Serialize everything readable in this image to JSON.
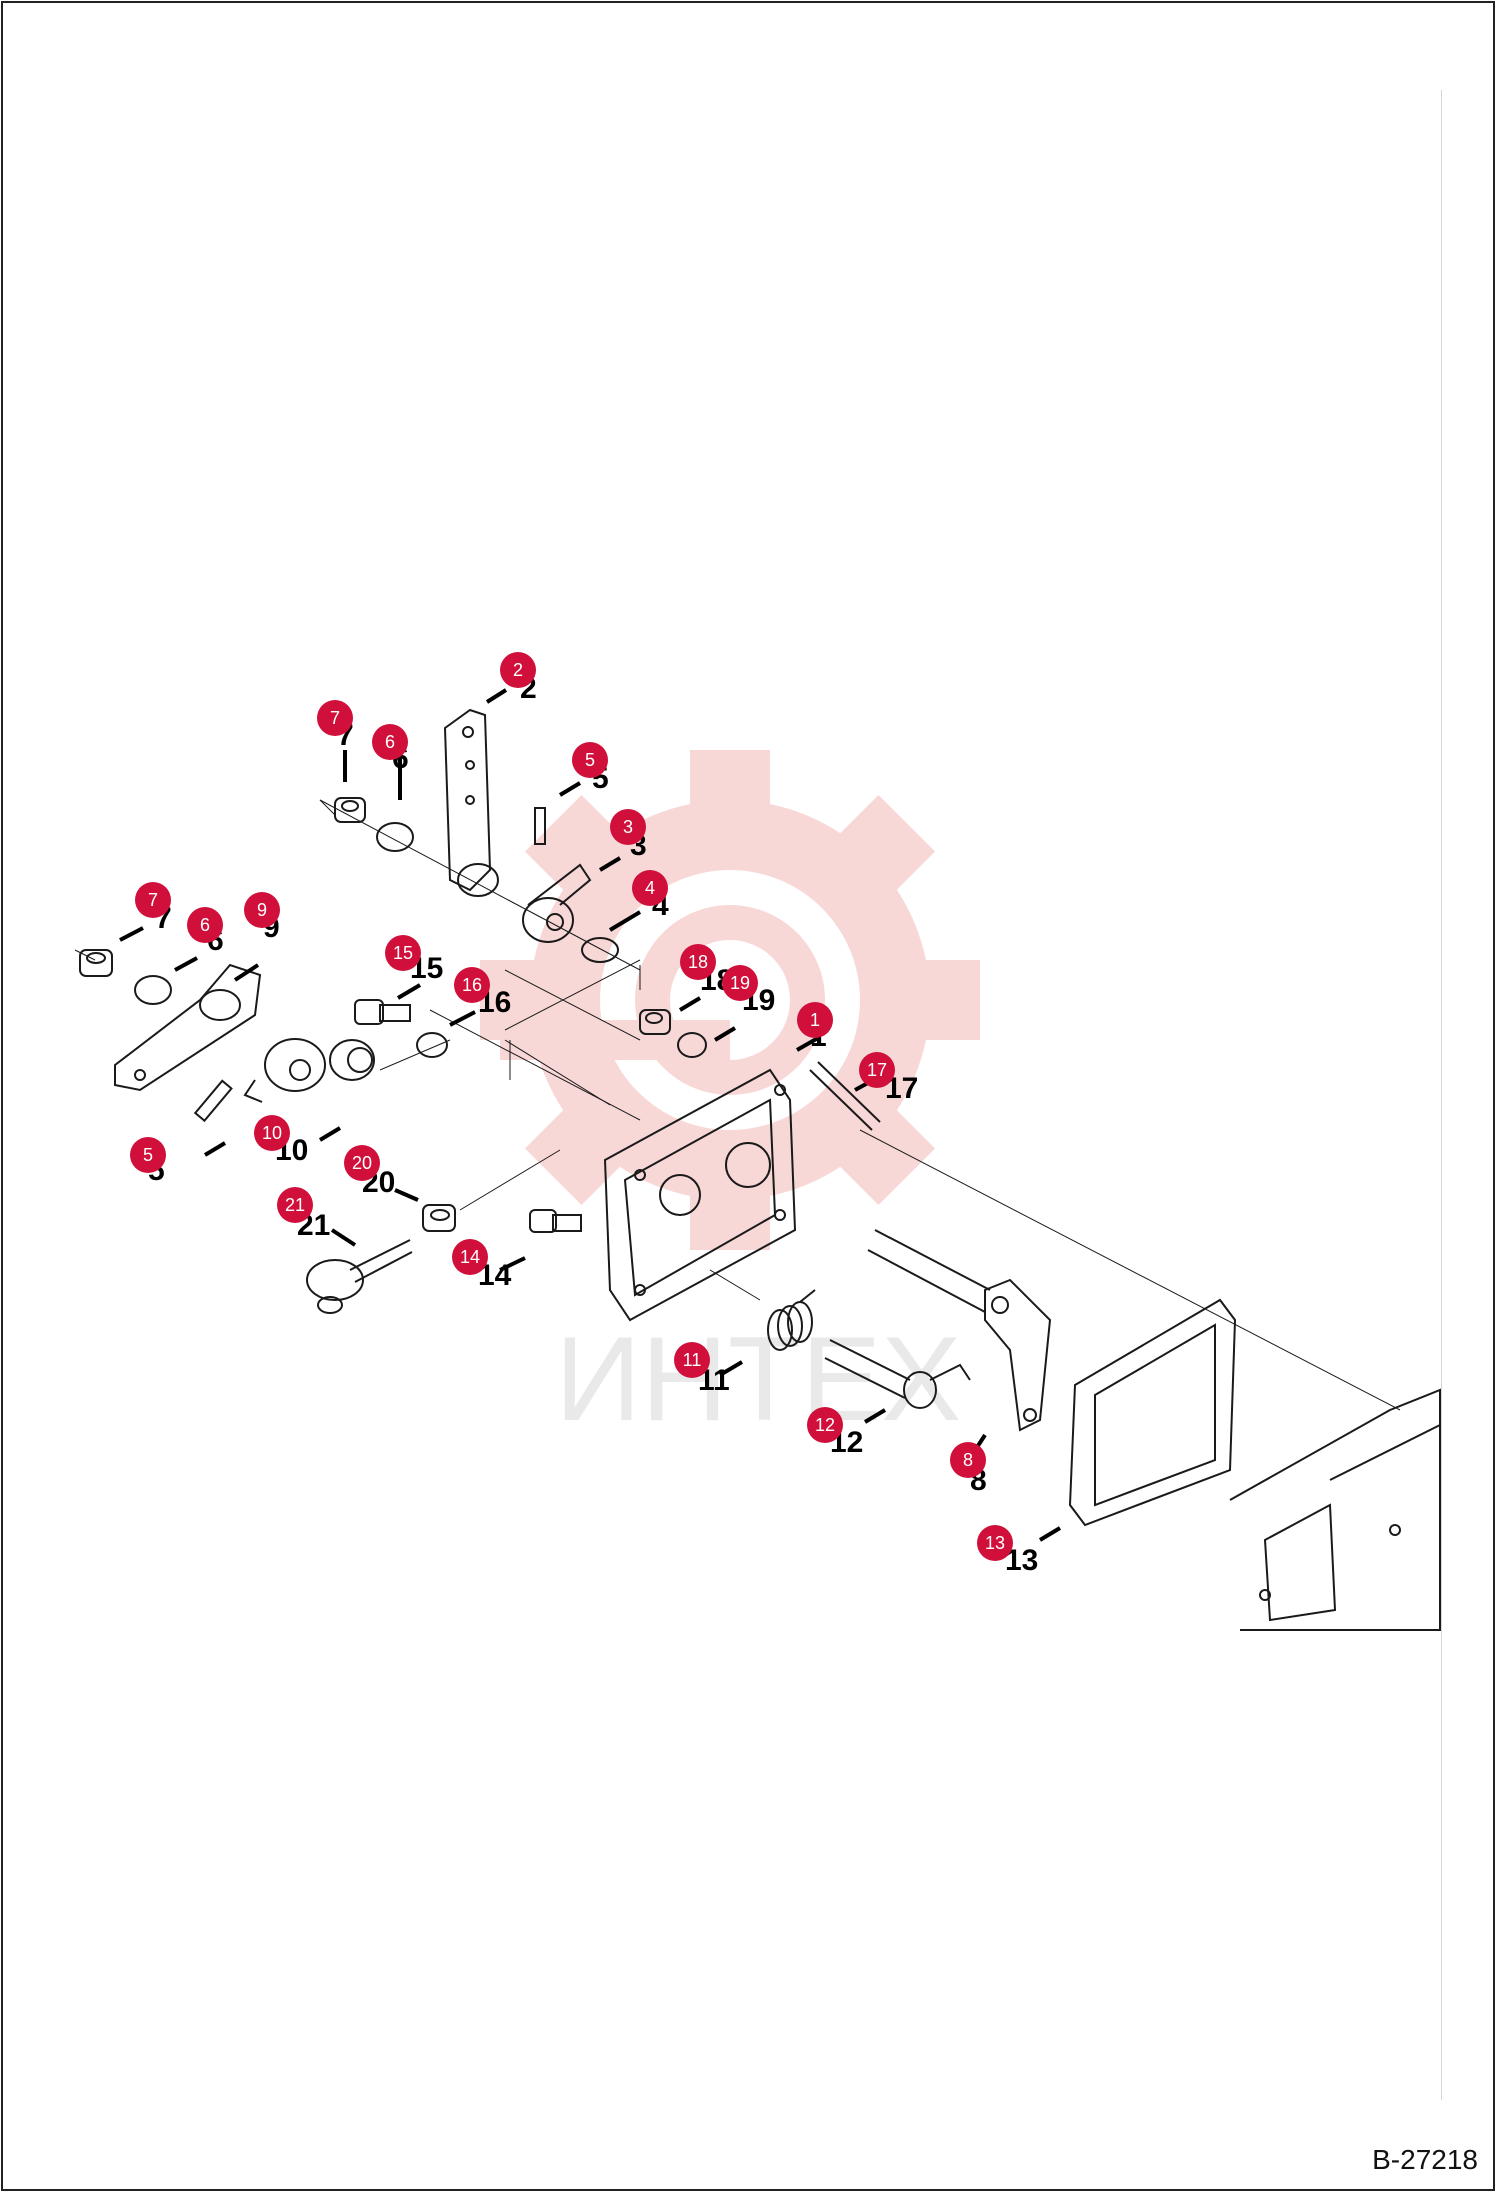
{
  "drawing": {
    "code": "B-27218",
    "watermark_text": "ИНТЕХ"
  },
  "parts": [
    {
      "id": "1",
      "callout": "1",
      "label": "1"
    },
    {
      "id": "2",
      "callout": "2",
      "label": "2"
    },
    {
      "id": "3",
      "callout": "3",
      "label": "3"
    },
    {
      "id": "4",
      "callout": "4",
      "label": "4"
    },
    {
      "id": "5a",
      "callout": "5",
      "label": "5"
    },
    {
      "id": "5b",
      "callout": "5",
      "label": "5"
    },
    {
      "id": "6a",
      "callout": "6",
      "label": "6"
    },
    {
      "id": "6b",
      "callout": "6",
      "label": "6"
    },
    {
      "id": "7a",
      "callout": "7",
      "label": "7"
    },
    {
      "id": "7b",
      "callout": "7",
      "label": "7"
    },
    {
      "id": "8",
      "callout": "8",
      "label": "8"
    },
    {
      "id": "9",
      "callout": "9",
      "label": "9"
    },
    {
      "id": "10",
      "callout": "10",
      "label": "10"
    },
    {
      "id": "11",
      "callout": "11",
      "label": "11"
    },
    {
      "id": "12",
      "callout": "12",
      "label": "12"
    },
    {
      "id": "13",
      "callout": "13",
      "label": "13"
    },
    {
      "id": "14",
      "callout": "14",
      "label": "14"
    },
    {
      "id": "15",
      "callout": "15",
      "label": "15"
    },
    {
      "id": "16",
      "callout": "16",
      "label": "16"
    },
    {
      "id": "17",
      "callout": "17",
      "label": "17"
    },
    {
      "id": "18",
      "callout": "18",
      "label": "18"
    },
    {
      "id": "19",
      "callout": "19",
      "label": "19"
    },
    {
      "id": "20",
      "callout": "20",
      "label": "20"
    },
    {
      "id": "21",
      "callout": "21",
      "label": "21"
    }
  ],
  "colors": {
    "callout_fill": "#d0103a",
    "watermark": "#f4b8b8",
    "ink": "#1a1a1a"
  }
}
